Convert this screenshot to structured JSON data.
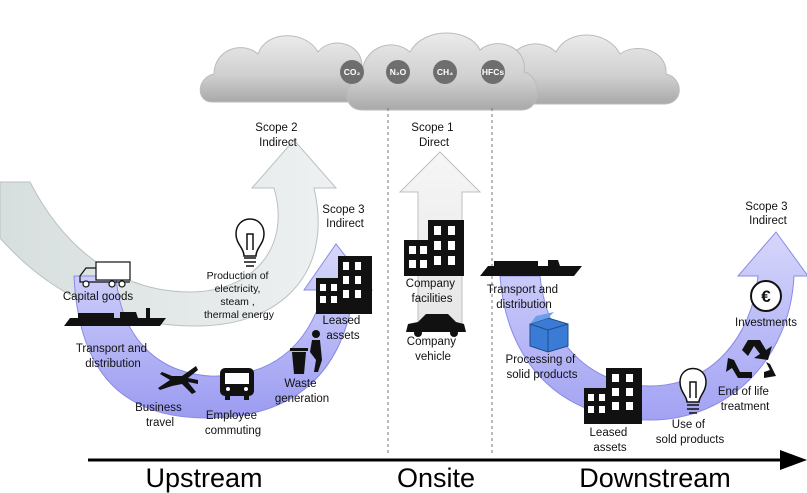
{
  "gases": [
    "CO₂",
    "N₂O",
    "CH₄",
    "HFCs"
  ],
  "scopes": {
    "scope2": [
      "Scope 2",
      "Indirect"
    ],
    "scope1": [
      "Scope 1",
      "Direct"
    ],
    "scope3_upstream": [
      "Scope 3",
      "Indirect"
    ],
    "scope3_downstream": [
      "Scope 3",
      "Indirect"
    ]
  },
  "upstream_items": {
    "capital_goods": [
      "Capital goods"
    ],
    "transport": [
      "Transport and",
      "distribution"
    ],
    "business_travel": [
      "Business",
      "travel"
    ],
    "employee_commuting": [
      "Employee",
      "commuting"
    ],
    "waste": [
      "Waste",
      "generation"
    ],
    "leased_assets": [
      "Leased",
      "assets"
    ],
    "energy": [
      "Production of",
      "electricity,",
      "steam ,",
      "thermal energy"
    ]
  },
  "onsite_items": {
    "facilities": [
      "Company",
      "facilities"
    ],
    "vehicle": [
      "Company",
      "vehicle"
    ]
  },
  "downstream_items": {
    "transport": [
      "Transport and",
      "distribution"
    ],
    "processing": [
      "Processing of",
      "solid products"
    ],
    "leased_assets": [
      "Leased",
      "assets"
    ],
    "use": [
      "Use of",
      "sold products"
    ],
    "end_of_life": [
      "End of life",
      "treatment"
    ],
    "investments": [
      "Investments"
    ]
  },
  "sections": [
    "Upstream",
    "Onsite",
    "Downstream"
  ],
  "euro_symbol": "€",
  "colors": {
    "cloud": "#c9c9c9",
    "gas_circle": "#6e6e6e",
    "scope2_arrow": "#e4e8e8",
    "scope1_arrow": "#f1f1f1",
    "scope3_arrow": "#b3b3f5",
    "icons": "#111111"
  },
  "icons": [
    "truck-icon",
    "ship-icon",
    "airplane-icon",
    "bus-icon",
    "trash-icon",
    "building-icon",
    "lightbulb-icon",
    "car-icon",
    "box-icon",
    "recycle-icon",
    "euro-icon"
  ]
}
